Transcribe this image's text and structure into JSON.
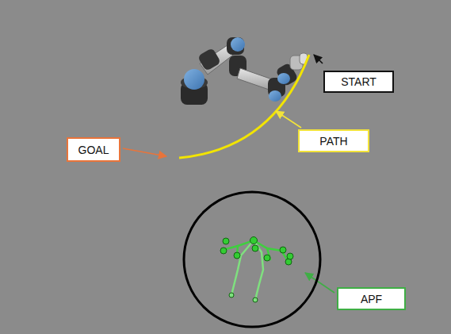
{
  "diagram": {
    "nodes": [
      {
        "text": [
          "START"
        ]
      },
      {
        "text": [
          "PATH"
        ]
      },
      {
        "text": [
          "GOAL"
        ]
      },
      {
        "text": [
          "APF"
        ]
      }
    ]
  }
}
